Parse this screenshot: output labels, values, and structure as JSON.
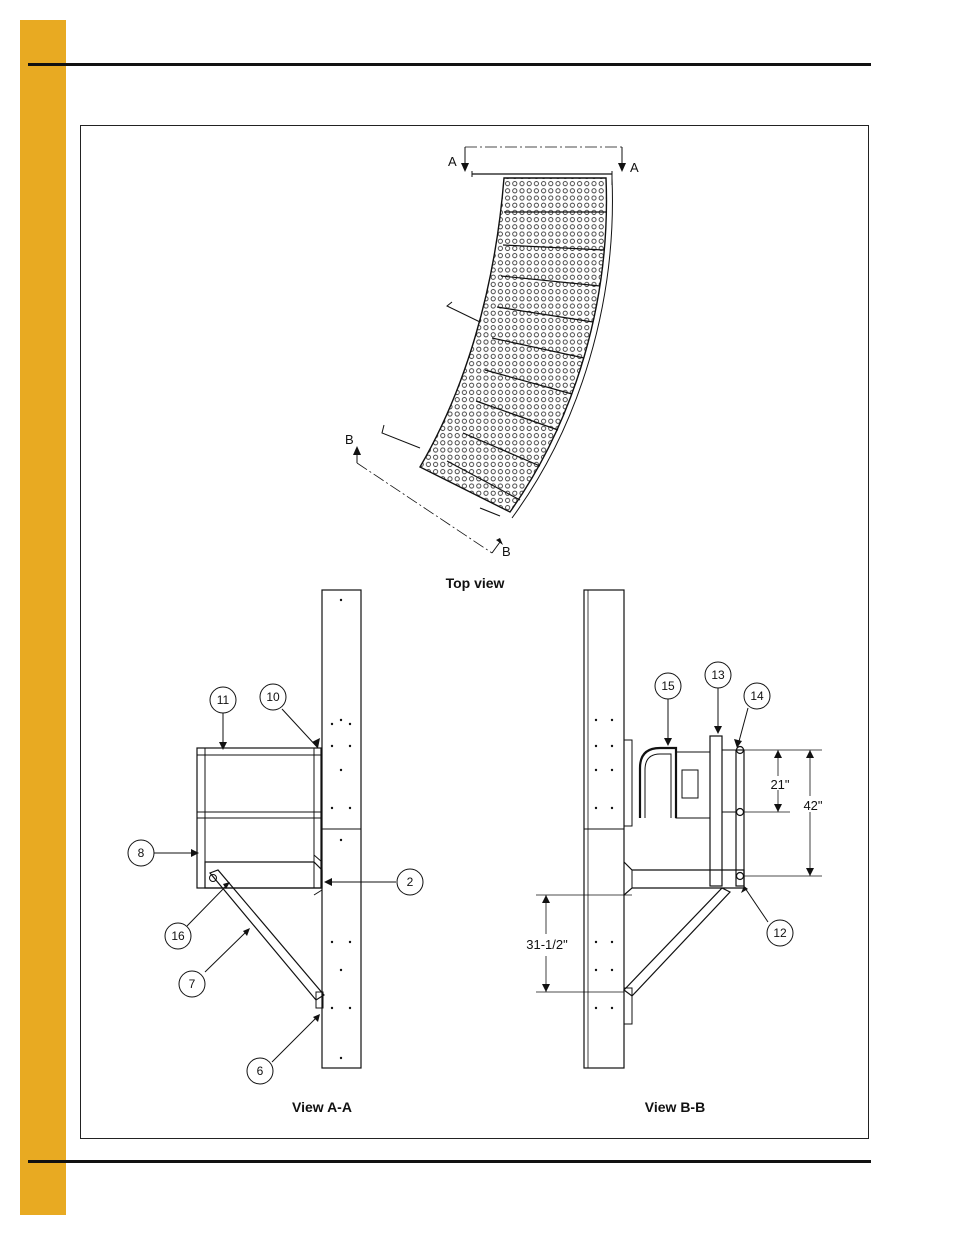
{
  "page": {
    "accent_color": "#E8AA22",
    "rule_color": "#111111"
  },
  "figure": {
    "top_view": {
      "caption": "Top view",
      "section_a": {
        "left": "A",
        "right": "A"
      },
      "section_b": {
        "top": "B",
        "bottom": "B"
      }
    },
    "view_a": {
      "caption": "View A-A",
      "callouts": [
        "11",
        "10",
        "8",
        "2",
        "16",
        "7",
        "6"
      ]
    },
    "view_b": {
      "caption": "View B-B",
      "callouts": [
        "15",
        "13",
        "14",
        "12"
      ],
      "dimensions": {
        "d21": "21\"",
        "d42": "42\"",
        "d31": "31-1/2\""
      }
    }
  }
}
